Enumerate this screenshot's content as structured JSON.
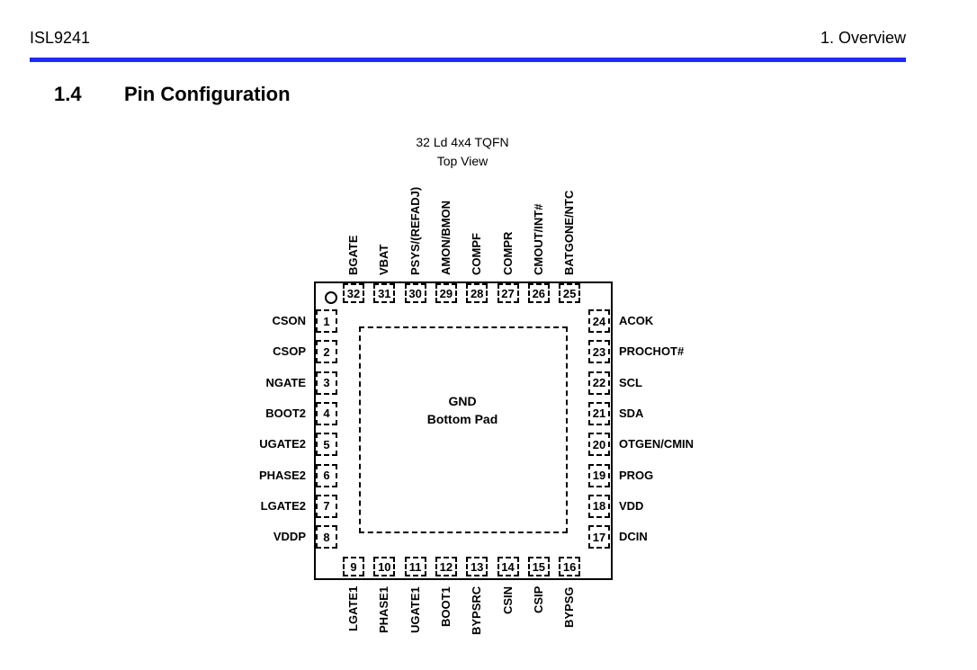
{
  "header": {
    "left": "ISL9241",
    "right": "1. Overview",
    "rule_color": "#1f2aff"
  },
  "section": {
    "number": "1.4",
    "title": "Pin Configuration"
  },
  "diagram": {
    "caption_line1": "32 Ld 4x4 TQFN",
    "caption_line2": "Top View",
    "pad_line1": "GND",
    "pad_line2": "Bottom Pad",
    "left_pins": [
      {
        "n": "1",
        "name": "CSON"
      },
      {
        "n": "2",
        "name": "CSOP"
      },
      {
        "n": "3",
        "name": "NGATE"
      },
      {
        "n": "4",
        "name": "BOOT2"
      },
      {
        "n": "5",
        "name": "UGATE2"
      },
      {
        "n": "6",
        "name": "PHASE2"
      },
      {
        "n": "7",
        "name": "LGATE2"
      },
      {
        "n": "8",
        "name": "VDDP"
      }
    ],
    "bottom_pins": [
      {
        "n": "9",
        "name": "LGATE1"
      },
      {
        "n": "10",
        "name": "PHASE1"
      },
      {
        "n": "11",
        "name": "UGATE1"
      },
      {
        "n": "12",
        "name": "BOOT1"
      },
      {
        "n": "13",
        "name": "BYPSRC"
      },
      {
        "n": "14",
        "name": "CSIN"
      },
      {
        "n": "15",
        "name": "CSIP"
      },
      {
        "n": "16",
        "name": "BYPSG"
      }
    ],
    "right_pins": [
      {
        "n": "24",
        "name": "ACOK"
      },
      {
        "n": "23",
        "name": "PROCHOT#"
      },
      {
        "n": "22",
        "name": "SCL"
      },
      {
        "n": "21",
        "name": "SDA"
      },
      {
        "n": "20",
        "name": "OTGEN/CMIN"
      },
      {
        "n": "19",
        "name": "PROG"
      },
      {
        "n": "18",
        "name": "VDD"
      },
      {
        "n": "17",
        "name": "DCIN"
      }
    ],
    "top_pins": [
      {
        "n": "32",
        "name": "BGATE"
      },
      {
        "n": "31",
        "name": "VBAT"
      },
      {
        "n": "30",
        "name": "PSYS/(REFADJ)"
      },
      {
        "n": "29",
        "name": "AMON/BMON"
      },
      {
        "n": "28",
        "name": "COMPF"
      },
      {
        "n": "27",
        "name": "COMPR"
      },
      {
        "n": "26",
        "name": "CMOUT/INT#"
      },
      {
        "n": "25",
        "name": "BATGONE/NTC"
      }
    ]
  }
}
